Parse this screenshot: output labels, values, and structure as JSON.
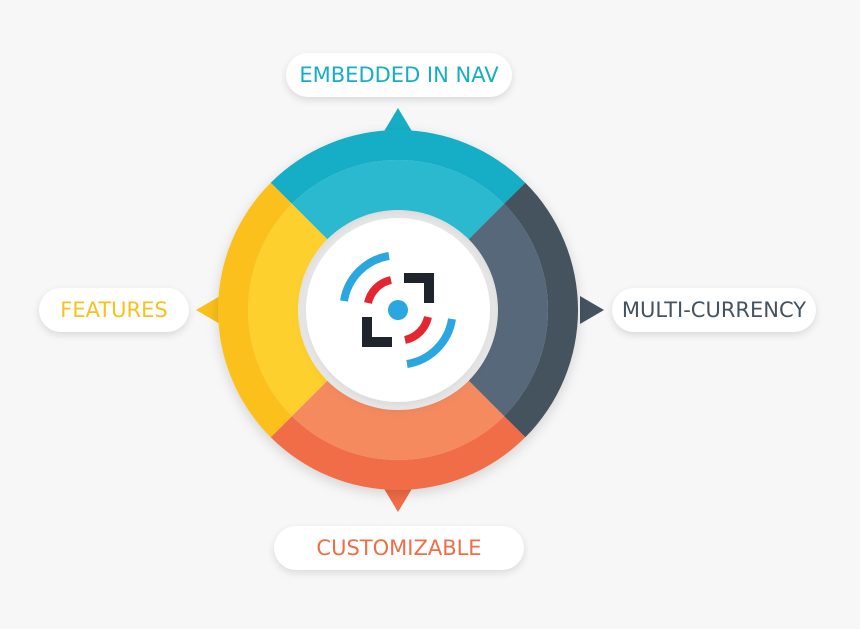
{
  "colors": {
    "background": "#f7f7f8",
    "top": "#16aec6",
    "top_inner": "#2cb9cf",
    "right": "#44535f",
    "right_inner": "#56687a",
    "bottom": "#f16d47",
    "bottom_inner": "#f58a5f",
    "left": "#fbc01b",
    "left_inner": "#fdd02e",
    "logo_blue": "#2aa7e0",
    "logo_red": "#e52630",
    "logo_dark": "#1f242c"
  },
  "labels": {
    "top": "EMBEDDED IN NAV",
    "left": "FEATURES",
    "right": "MULTI-CURRENCY",
    "bottom": "CUSTOMIZABLE"
  },
  "icons": {
    "center_logo": "target-logo-icon"
  }
}
